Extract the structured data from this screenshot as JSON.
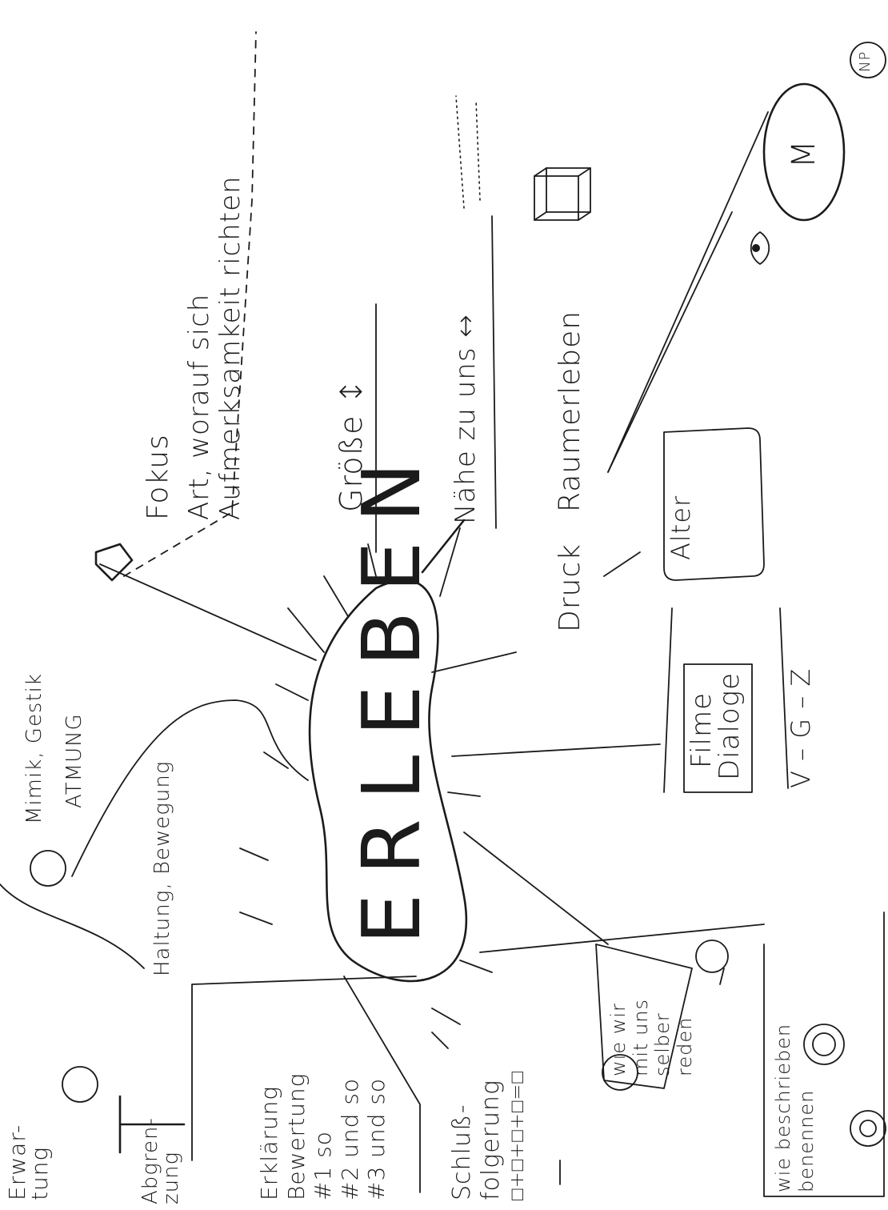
{
  "center": {
    "title": "ERLEBEN"
  },
  "branches": {
    "erwartung": "Erwar-\ntung",
    "abgrenzung": "Abgren-\nzung",
    "erklaerung": [
      "Erklärung",
      "Bewertung",
      "#1 so",
      "#2 und so",
      "#3 und so"
    ],
    "schluss": [
      "Schluß-",
      "folgerung",
      "□+□+□+□=□"
    ],
    "mimik": "Mimik, Gestik",
    "atmung": "ATMUNG",
    "haltung": "Haltung, Bewegung",
    "fokus": "Fokus",
    "aufmerksamkeit": [
      "Art, worauf sich",
      "Aufmerksamkeit richten"
    ],
    "groesse": "Größe ↕",
    "naehe": "Nähe zu uns ↔",
    "druck": "Druck",
    "raumerleben": "Raumerleben",
    "alter": "Alter",
    "filme": "Filme",
    "dialoge": "Dialoge",
    "vgz": "V – G – Z",
    "selbstgespraech": [
      "wie wir",
      "mit uns",
      "selber",
      "reden"
    ],
    "beschreiben": [
      "wie beschrieben",
      "benennen"
    ],
    "m_label": "M",
    "signature": "NP"
  }
}
